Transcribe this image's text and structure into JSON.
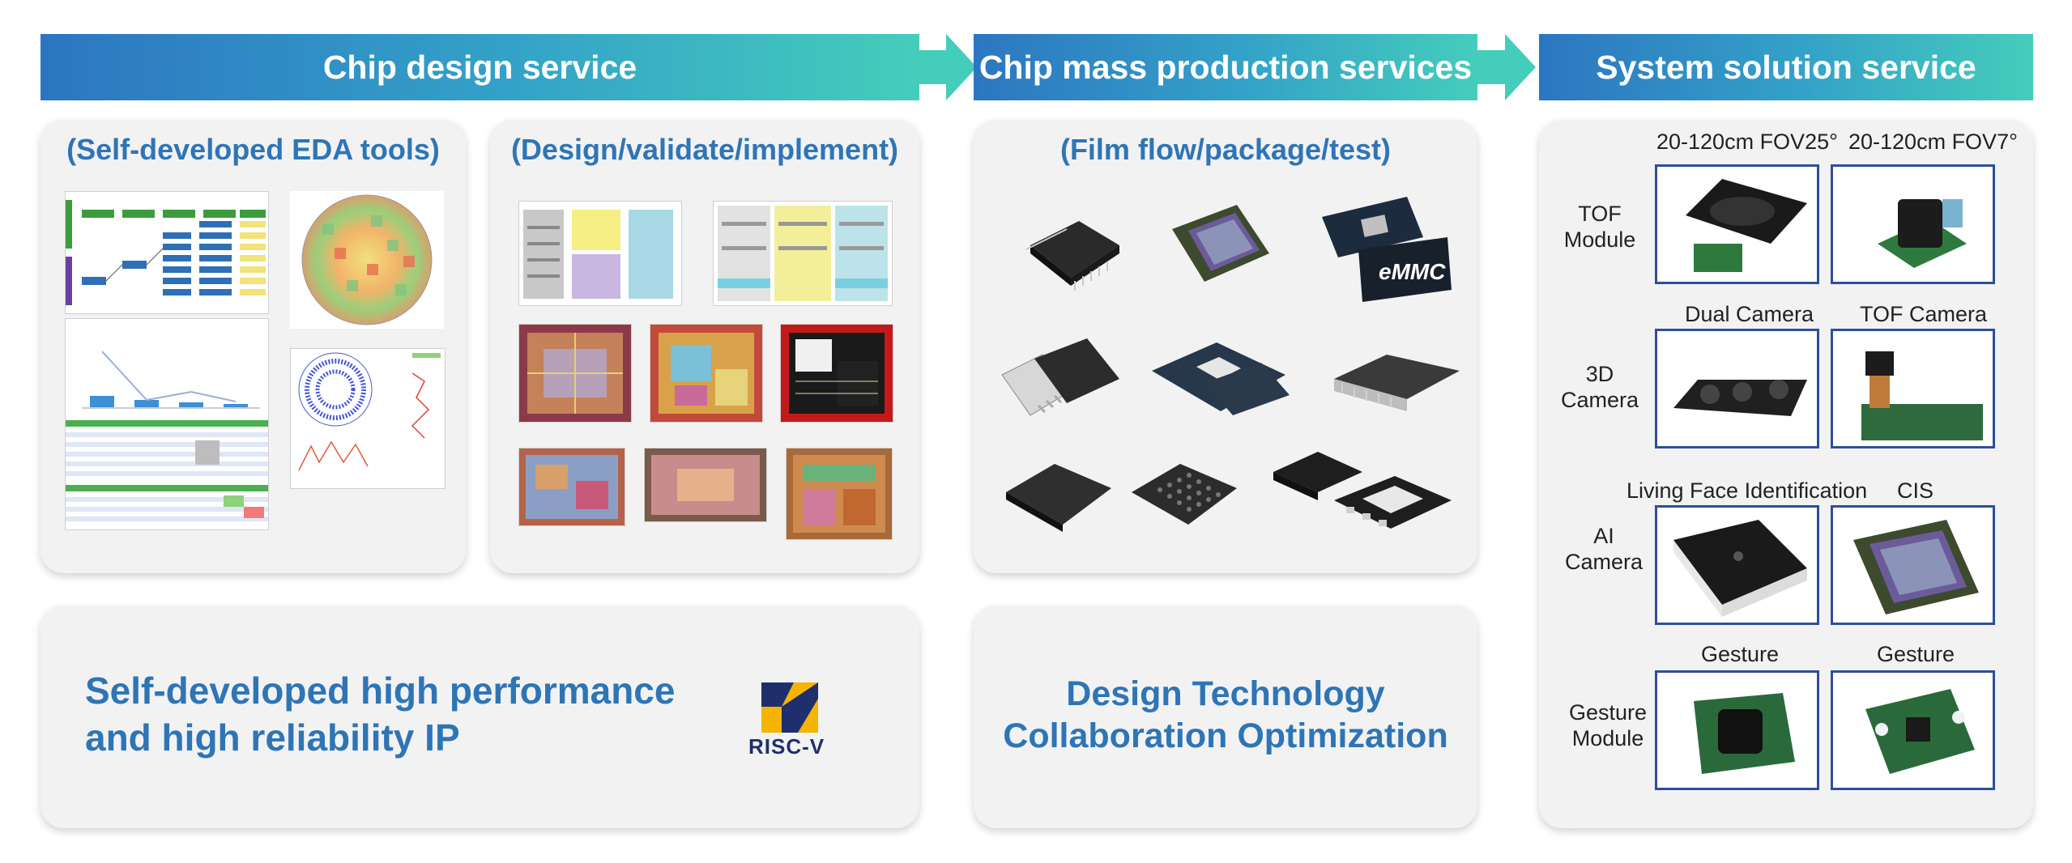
{
  "banners": {
    "design": "Chip design service",
    "production": "Chip mass production services",
    "system": "System solution service"
  },
  "panels": {
    "eda_title": "(Self-developed EDA tools)",
    "design_title": "(Design/validate/implement)",
    "film_title": "(Film flow/package/test)",
    "ip_text_line1": "Self-developed high performance",
    "ip_text_line2": "and high reliability IP",
    "riscv_label": "RISC-V",
    "dtco_line1": "Design Technology",
    "dtco_line2": "Collaboration Optimization",
    "emmc_label": "eMMC"
  },
  "system": {
    "rows": [
      {
        "label_l1": "TOF",
        "label_l2": "Module",
        "cap1": "20-120cm FOV25°",
        "cap2": "20-120cm FOV7°"
      },
      {
        "label_l1": "3D",
        "label_l2": "Camera",
        "cap1": "Dual Camera",
        "cap2": "TOF Camera"
      },
      {
        "label_l1": "AI",
        "label_l2": "Camera",
        "cap1": "Living Face Identification",
        "cap2": "CIS"
      },
      {
        "label_l1": "Gesture",
        "label_l2": "Module",
        "cap1": "Gesture",
        "cap2": "Gesture"
      }
    ]
  },
  "colors": {
    "banner_start": "#2c76c1",
    "banner_end": "#45cdbb",
    "title_blue": "#2e75b6",
    "photo_border": "#2f4e9b",
    "panel_bg": "#f2f2f2"
  }
}
